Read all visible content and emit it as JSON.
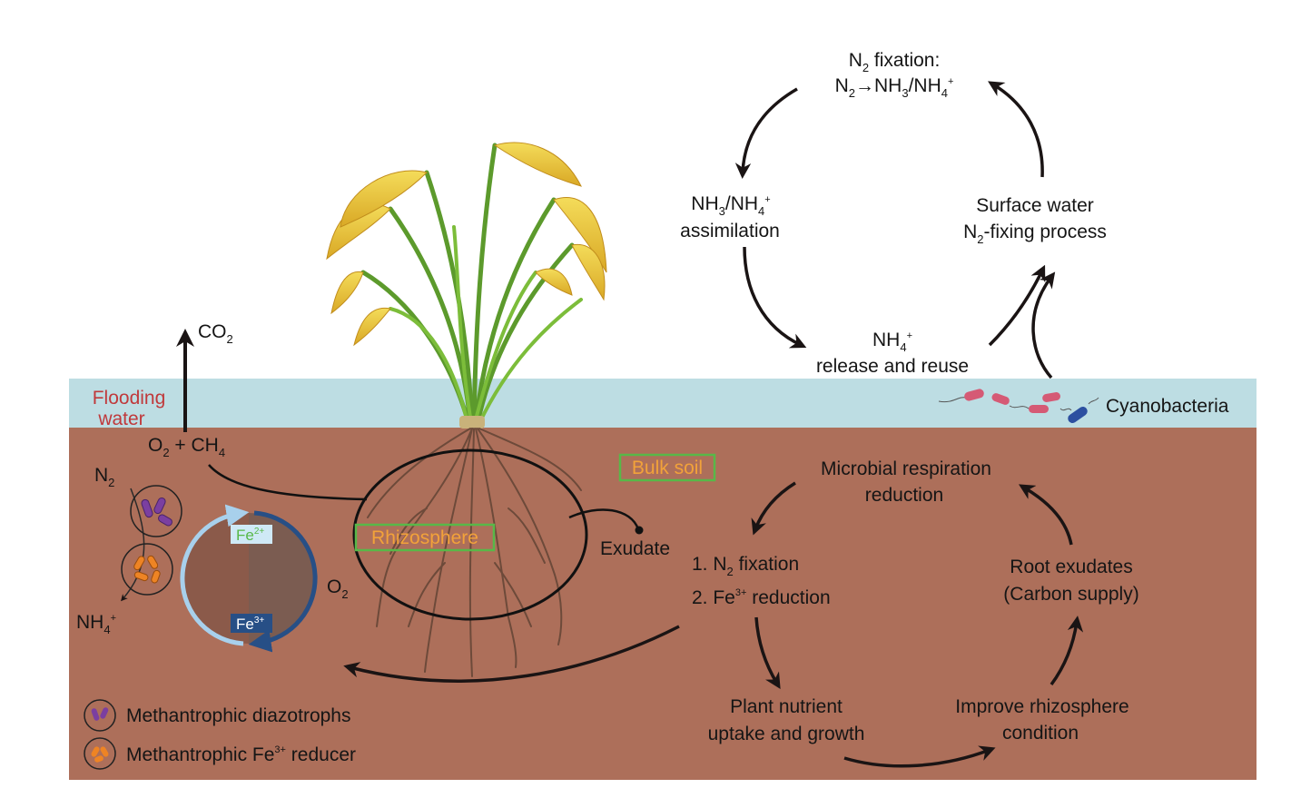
{
  "colors": {
    "water": "#bddde3",
    "soil": "#ad6f5a",
    "arrow": "#1a1414",
    "flooding_label": "#c0393b",
    "zone_label": "#f2a23a",
    "zone_border": "#58b848",
    "fe_cycle_light": "#a8d0ec",
    "fe_cycle_dark": "#274f86",
    "diazotroph": "#7b3fa0",
    "fe_reducer": "#ee8424",
    "cyanobacteria": "#d55a75",
    "cyanobacteria_alt": "#2c4fa0"
  },
  "top_cycle": {
    "n2_fixation_title": "N",
    "n2_fixation_title_sub": "2",
    "n2_fixation_title_rest": " fixation:",
    "n2_equation_1": "N",
    "n2_equation_1_sub": "2",
    "n2_equation_2": "→NH",
    "n2_equation_2_sub": "3",
    "n2_equation_3": "/NH",
    "n2_equation_3_sub": "4",
    "n2_equation_3_sup": "+",
    "assimilation_1": "NH",
    "assimilation_1_sub": "3",
    "assimilation_2": "/NH",
    "assimilation_2_sub": "4",
    "assimilation_2_sup": "+",
    "assimilation_word": "assimilation",
    "surface_water": "Surface water",
    "fixing_1": "N",
    "fixing_1_sub": "2",
    "fixing_2": "-fixing process",
    "release_nh": "NH",
    "release_nh_sub": "4",
    "release_nh_sup": "+",
    "release_text": "release and reuse"
  },
  "left": {
    "co2": "CO",
    "co2_sub": "2",
    "flooding_line1": "Flooding",
    "flooding_line2": "water",
    "o2_ch4_a": "O",
    "o2_ch4_a_sub": "2",
    "o2_ch4_b": " + CH",
    "o2_ch4_b_sub": "4",
    "n2": "N",
    "n2_sub": "2",
    "nh4": "NH",
    "nh4_sub": "4",
    "nh4_sup": "+",
    "fe2": "Fe",
    "fe2_sup": "2+",
    "fe3": "Fe",
    "fe3_sup": "3+",
    "o2": "O",
    "o2_sub": "2"
  },
  "zones": {
    "rhizosphere": "Rhizosphere",
    "bulk_soil": "Bulk soil",
    "exudate": "Exudate",
    "cyanobacteria": "Cyanobacteria"
  },
  "bottom_cycle": {
    "respiration_1": "Microbial respiration",
    "respiration_2": "reduction",
    "step1_a": "1. N",
    "step1_sub": "2",
    "step1_b": " fixation",
    "step2_a": "2. Fe",
    "step2_sup": "3+",
    "step2_b": " reduction",
    "exudates_1": "Root exudates",
    "exudates_2": "(Carbon supply)",
    "nutrient_1": "Plant nutrient",
    "nutrient_2": "uptake and growth",
    "improve_1": "Improve rhizosphere",
    "improve_2": "condition"
  },
  "legend": {
    "diazotrophs": "Methantrophic diazotrophs",
    "fe_reducer_a": "Methantrophic Fe",
    "fe_reducer_sup": "3+",
    "fe_reducer_b": " reducer"
  }
}
